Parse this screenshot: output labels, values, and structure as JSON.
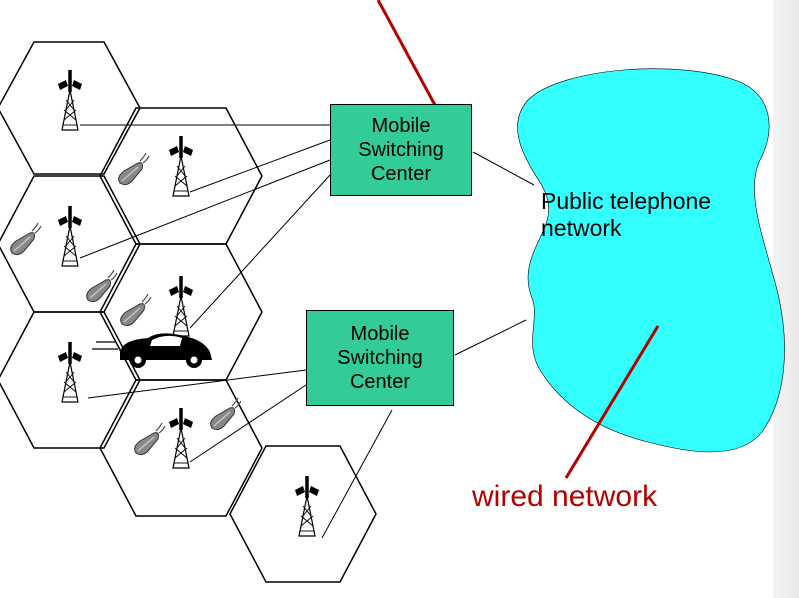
{
  "colors": {
    "msc_fill": "#33cc99",
    "cloud_fill": "#33ffff",
    "annotation": "#b30000",
    "cell_stroke": "#000000"
  },
  "msc_top": {
    "line1": "Mobile",
    "line2": "Switching",
    "line3": "Center"
  },
  "msc_bottom": {
    "line1": "Mobile",
    "line2": "Switching",
    "line3": "Center"
  },
  "cloud": {
    "line1": "Public telephone",
    "line2": "network"
  },
  "annotation": {
    "label": "wired network"
  },
  "icons": {
    "tower": "antenna-tower-icon",
    "phone": "cell-phone-icon",
    "car": "car-icon"
  }
}
